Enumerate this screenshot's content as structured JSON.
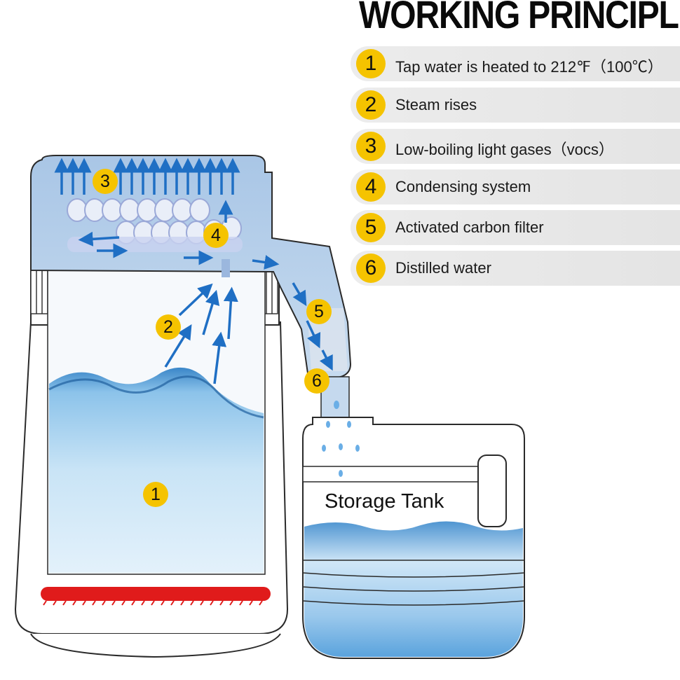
{
  "title": "WORKING PRINCIPLE",
  "steps": [
    {
      "number": "1",
      "label": "Tap water is heated to 212℉（100℃）"
    },
    {
      "number": "2",
      "label": "Steam rises"
    },
    {
      "number": "3",
      "label": "Low-boiling light gases（vocs）"
    },
    {
      "number": "4",
      "label": "Condensing system"
    },
    {
      "number": "5",
      "label": "Activated carbon filter"
    },
    {
      "number": "6",
      "label": "Distilled water"
    }
  ],
  "diagram": {
    "markers": [
      "1",
      "2",
      "3",
      "4",
      "5",
      "6"
    ],
    "tank_label": "Storage Tank"
  },
  "colors": {
    "badge": "#f5c300",
    "arrow": "#1f6fc4",
    "lid": "#b9d0ea",
    "water": "#7fb7e3",
    "heater": "#e01b1b",
    "step_bg": "#e8e8e8"
  }
}
